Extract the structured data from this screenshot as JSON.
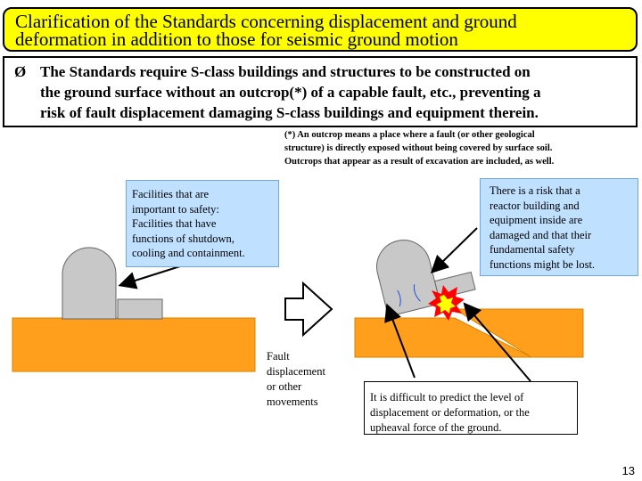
{
  "title": {
    "lines": [
      "Clarification of the Standards concerning displacement and ground",
      "deformation in addition to those for seismic ground motion"
    ]
  },
  "bullet": {
    "marker": "Ø",
    "lines": [
      "The Standards require S-class buildings and structures to be constructed on",
      "the ground surface without an outcrop(*) of a capable fault, etc., preventing a",
      "risk of fault displacement damaging S-class buildings and equipment therein."
    ]
  },
  "footnote": {
    "lines": [
      "(*)   An outcrop means a place where a fault (or other geological",
      "structure) is directly exposed without being covered by surface soil.",
      "Outcrops that appear as a result of excavation are included, as well."
    ]
  },
  "left_callout": {
    "lines": [
      "Facilities that are",
      "important to safety:",
      "Facilities that have",
      "functions of shutdown,",
      "cooling and containment."
    ]
  },
  "right_callout": {
    "lines": [
      "There is a risk that a",
      "reactor building and",
      "equipment inside are",
      "damaged and that their",
      "fundamental safety",
      "functions might be lost."
    ]
  },
  "arrow_label": {
    "lines": [
      "Fault",
      "displacement",
      "or other",
      "movements"
    ]
  },
  "result_box": {
    "lines": [
      "It is difficult to predict the level of",
      "displacement or deformation, or the",
      "upheaval force of the ground."
    ]
  },
  "page_number": "13",
  "colors": {
    "title_bg": "#ffff00",
    "callout_bg": "#bfe0ff",
    "ground": "#ff9f1c",
    "building": "#c8c8c8",
    "explosion_outer": "#ff0000",
    "explosion_inner": "#ffff00"
  }
}
